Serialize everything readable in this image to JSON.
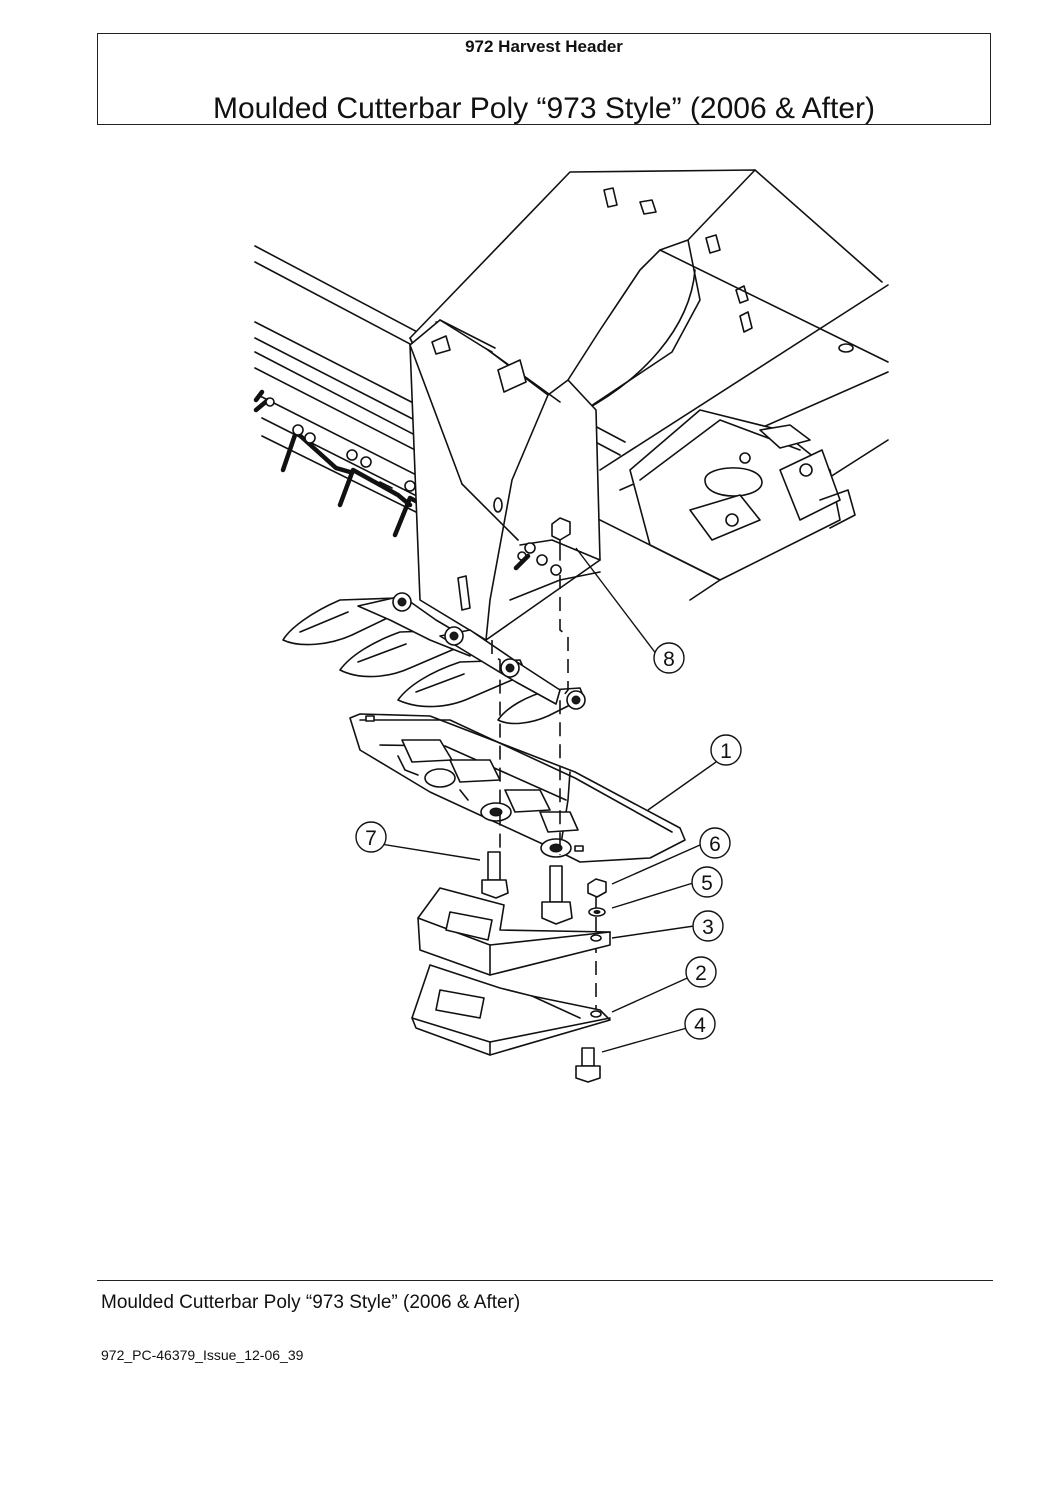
{
  "header": {
    "subtitle": "972 Harvest Header",
    "title": "Moulded Cutterbar Poly “973 Style” (2006 & After)"
  },
  "diagram": {
    "callouts": [
      "1",
      "2",
      "3",
      "4",
      "5",
      "6",
      "7",
      "8"
    ]
  },
  "footer": {
    "title": "Moulded Cutterbar Poly “973 Style” (2006 & After)",
    "code": "972_PC-46379_Issue_12-06_39"
  }
}
